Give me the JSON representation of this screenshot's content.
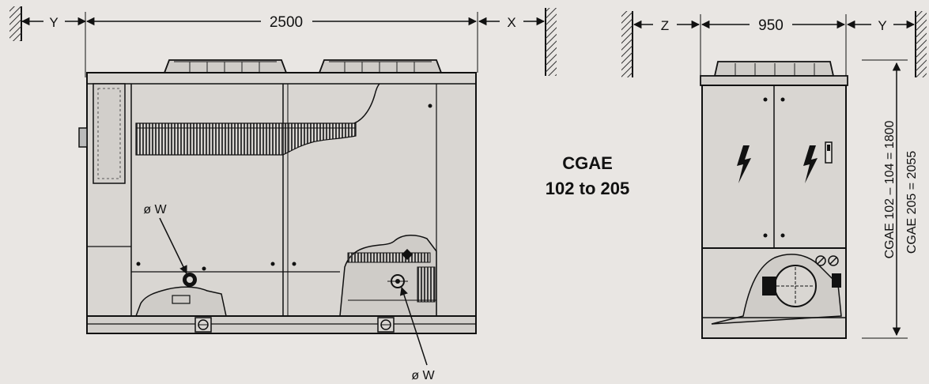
{
  "dimensions": {
    "front_left_clearance": "Y",
    "front_length": "2500",
    "front_right_clearance": "X",
    "side_left_clearance": "Z",
    "side_width": "950",
    "side_right_clearance": "Y"
  },
  "model_label": {
    "line1": "CGAE",
    "line2": "102 to 205"
  },
  "connections": {
    "upper": "ø W",
    "lower": "ø W"
  },
  "heights": {
    "small_models": "CGAE 102 – 104 = 1800",
    "large_model": "CGAE 205 = 2055"
  },
  "colors": {
    "paper": "#e9e6e3",
    "line": "#1a1a1a",
    "panel": "#d9d6d2",
    "hatch": "#555555"
  }
}
